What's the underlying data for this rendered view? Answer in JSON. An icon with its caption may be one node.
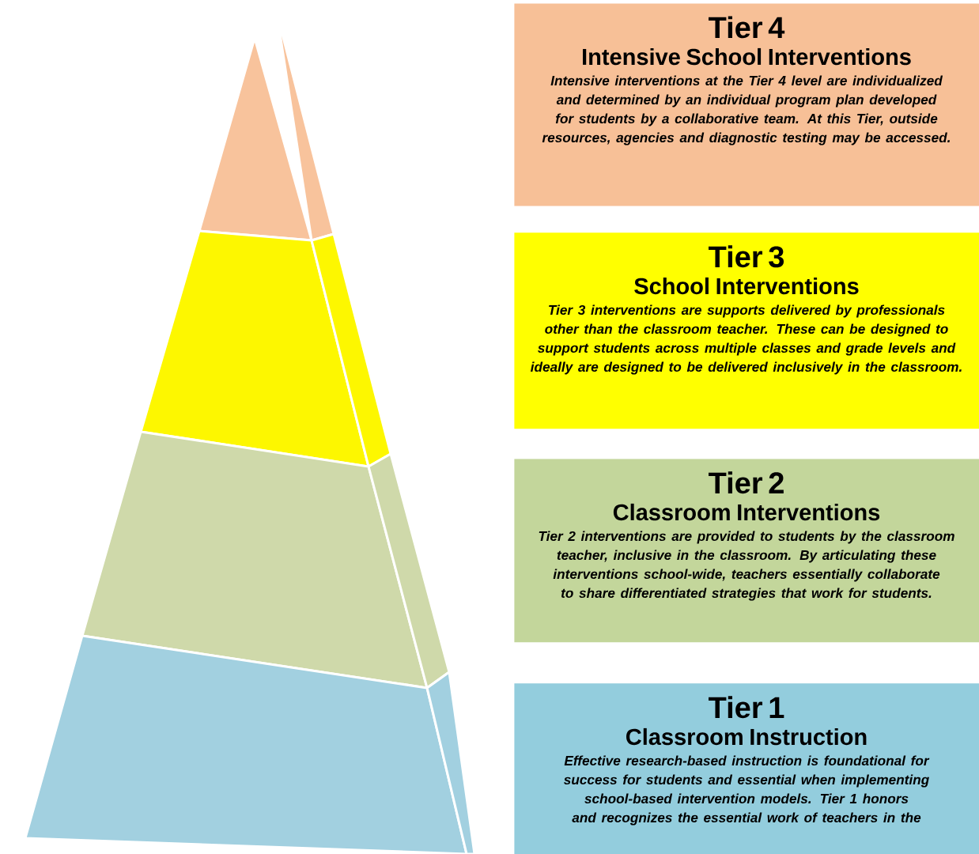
{
  "diagram": {
    "nodes": [
      {
        "text": [
          "Tier 4",
          "Intensive School Interventions",
          "Intensive interventions at the Tier 4 level are individualized and determined by an individual program plan developed for students by a collaborative team. At this Tier, outside resources, agencies and diagnostic testing may be accessed."
        ]
      },
      {
        "text": [
          "Tier 3",
          "School Interventions",
          "Tier 3 interventions are supports delivered by professionals other than the classroom teacher. These can be designed to support students across multiple classes and grade levels and ideally are designed to be delivered inclusively in the classroom."
        ]
      },
      {
        "text": [
          "Tier 2",
          "Classroom Interventions",
          "Tier 2 interventions are provided to students by the classroom teacher, inclusive in the classroom. By articulating these interventions school-wide, teachers essentially collaborate to share differentiated strategies that work for students."
        ]
      },
      {
        "text": [
          "Tier 1",
          "Classroom Instruction",
          "Effective research-based instruction is foundational for success for students and essential when implementing school-based intervention models. Tier 1 honors and recognizes the essential work of teachers in the"
        ]
      }
    ]
  }
}
